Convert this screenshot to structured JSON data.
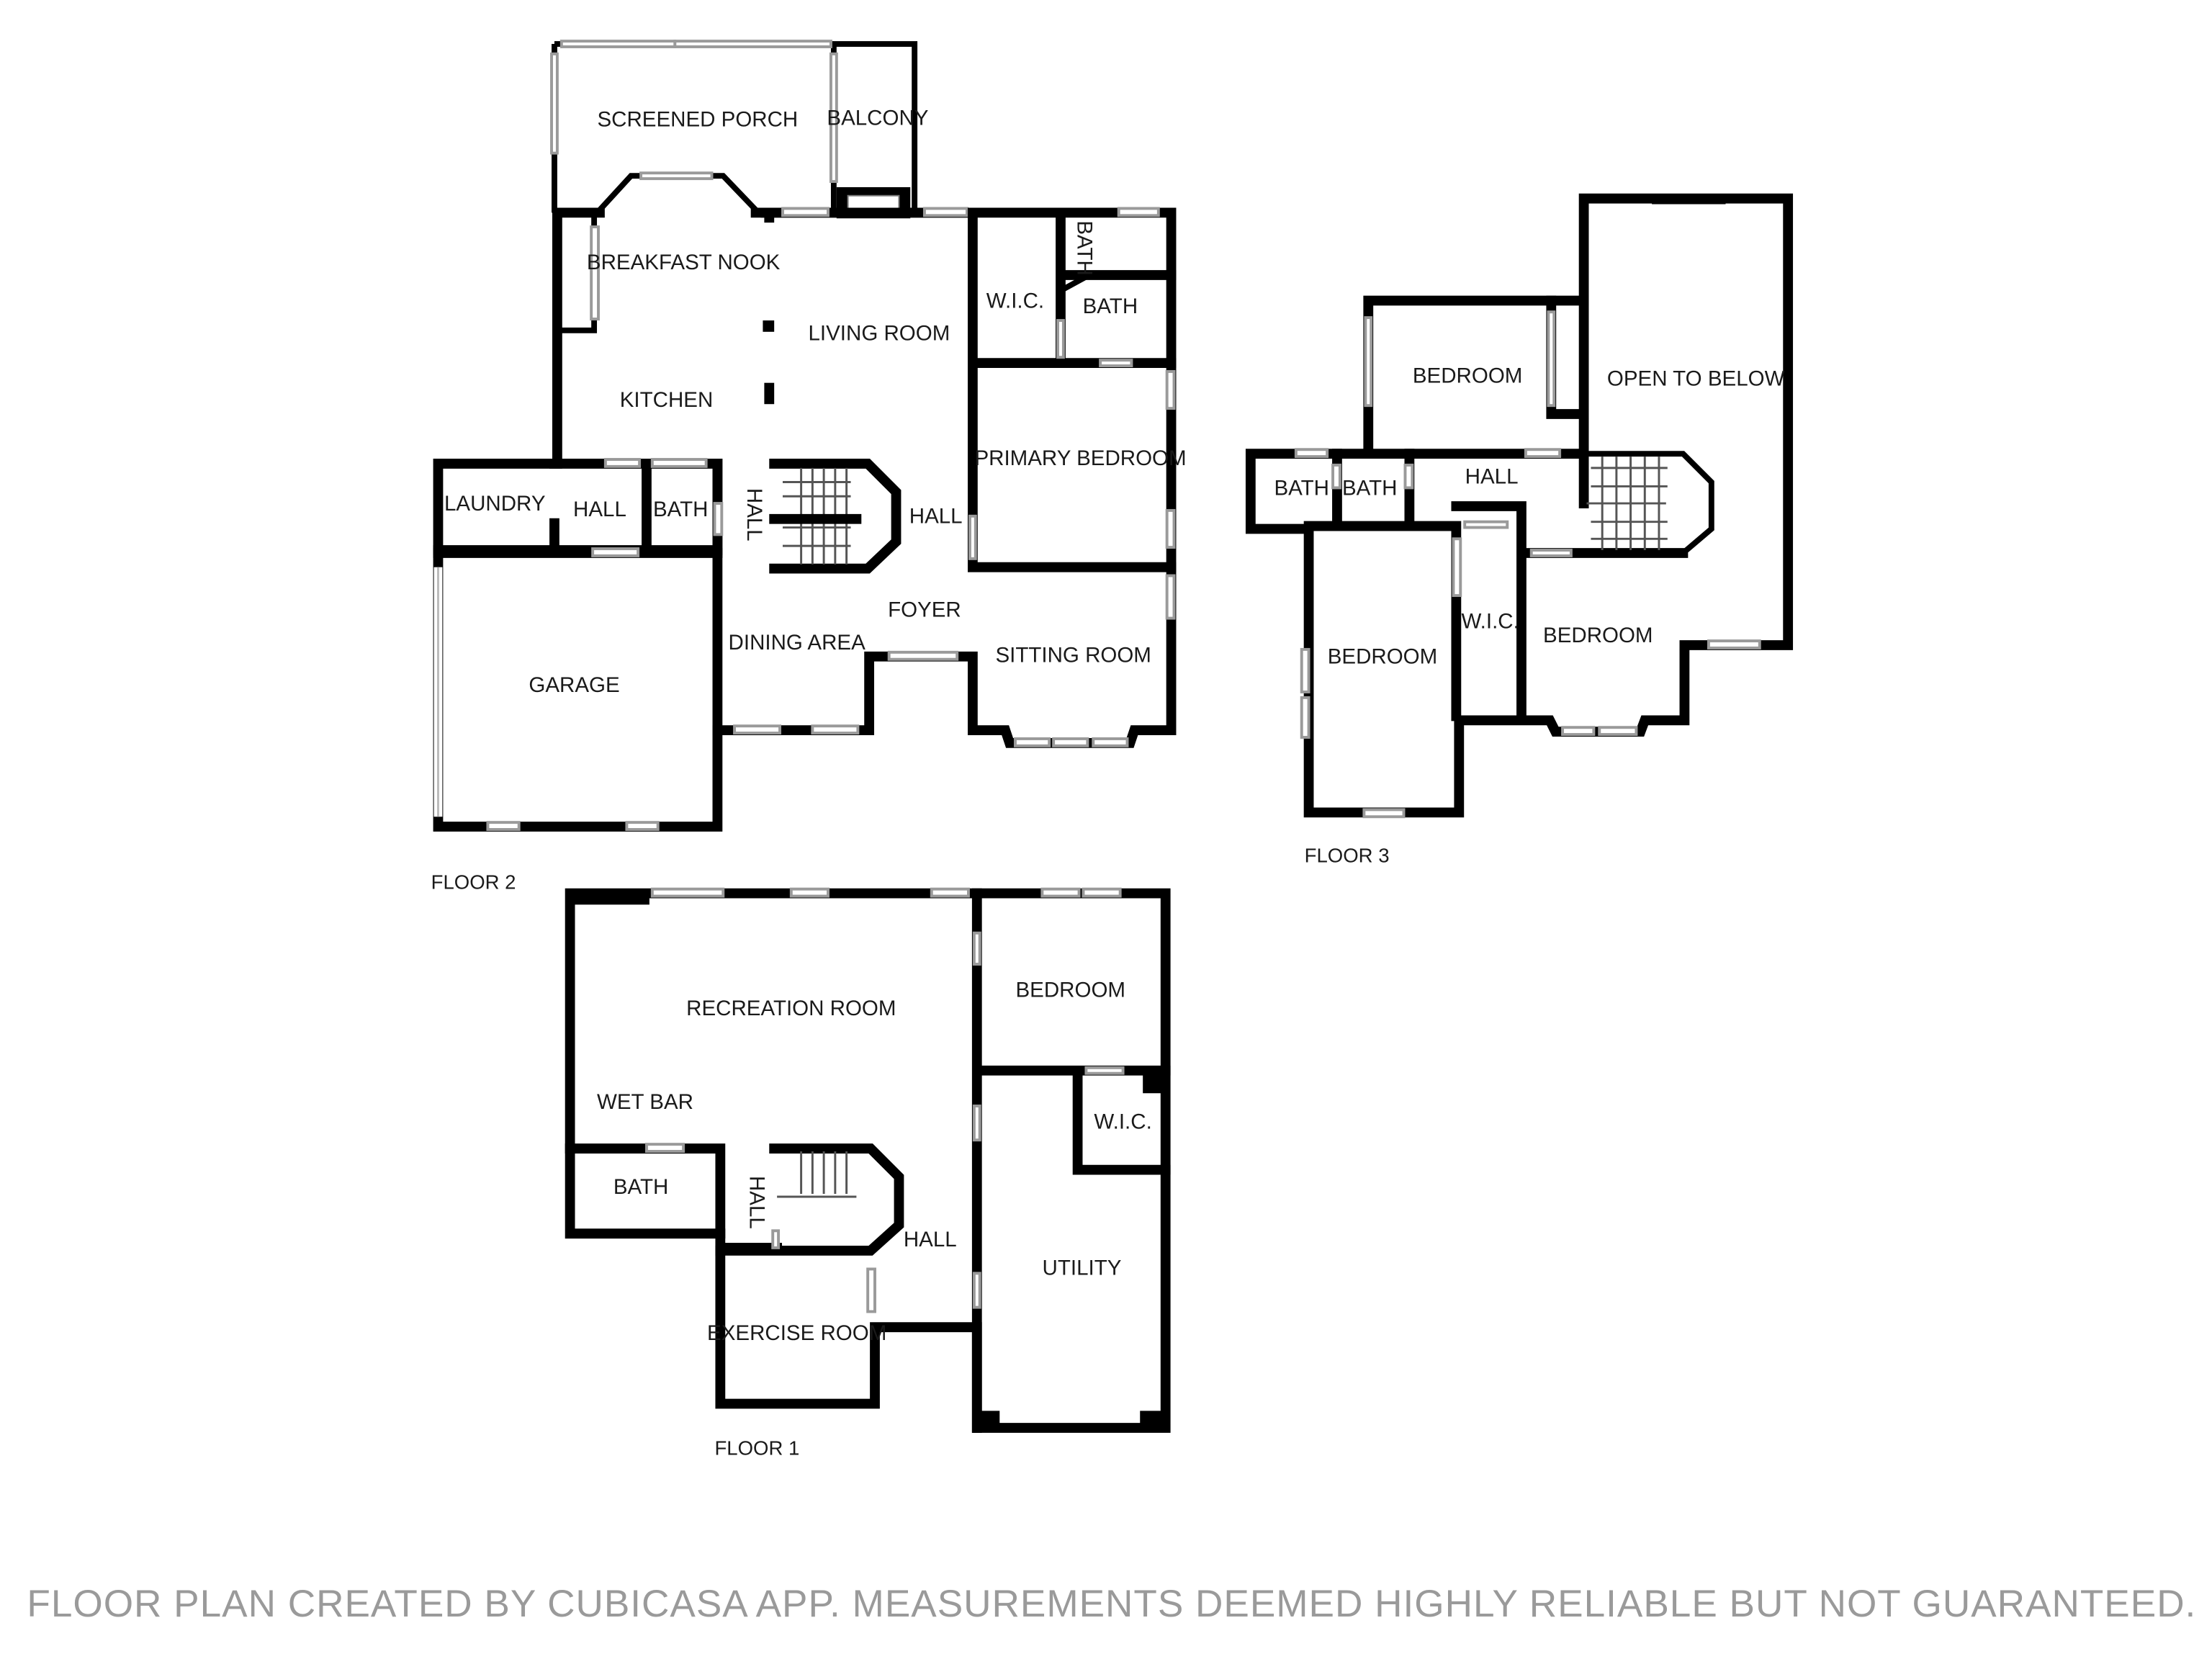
{
  "floors": {
    "floor2": {
      "label": "FLOOR 2",
      "rooms": {
        "screened_porch": "SCREENED PORCH",
        "balcony": "BALCONY",
        "breakfast_nook": "BREAKFAST NOOK",
        "living_room": "LIVING ROOM",
        "wic": "W.I.C.",
        "bath_small": "BATH",
        "bath_primary": "BATH",
        "kitchen": "KITCHEN",
        "primary_bedroom": "PRIMARY BEDROOM",
        "laundry": "LAUNDRY",
        "hall_laundry": "HALL",
        "bath_laundry": "BATH",
        "hall_vertical": "HALL",
        "hall_main": "HALL",
        "foyer": "FOYER",
        "dining_area": "DINING AREA",
        "sitting_room": "SITTING ROOM",
        "garage": "GARAGE"
      }
    },
    "floor3": {
      "label": "FLOOR 3",
      "rooms": {
        "bedroom_top": "BEDROOM",
        "open_to_below": "OPEN TO BELOW",
        "bath_left": "BATH",
        "bath_right": "BATH",
        "hall": "HALL",
        "wic": "W.I.C.",
        "bedroom_left": "BEDROOM",
        "bedroom_right": "BEDROOM"
      }
    },
    "floor1": {
      "label": "FLOOR 1",
      "rooms": {
        "recreation_room": "RECREATION ROOM",
        "bedroom": "BEDROOM",
        "wet_bar": "WET BAR",
        "wic": "W.I.C.",
        "bath": "BATH",
        "hall_vertical": "HALL",
        "hall": "HALL",
        "utility": "UTILITY",
        "exercise_room": "EXERCISE ROOM"
      }
    }
  },
  "footer": "FLOOR PLAN CREATED BY CUBICASA APP. MEASUREMENTS DEEMED HIGHLY RELIABLE BUT NOT GUARANTEED."
}
